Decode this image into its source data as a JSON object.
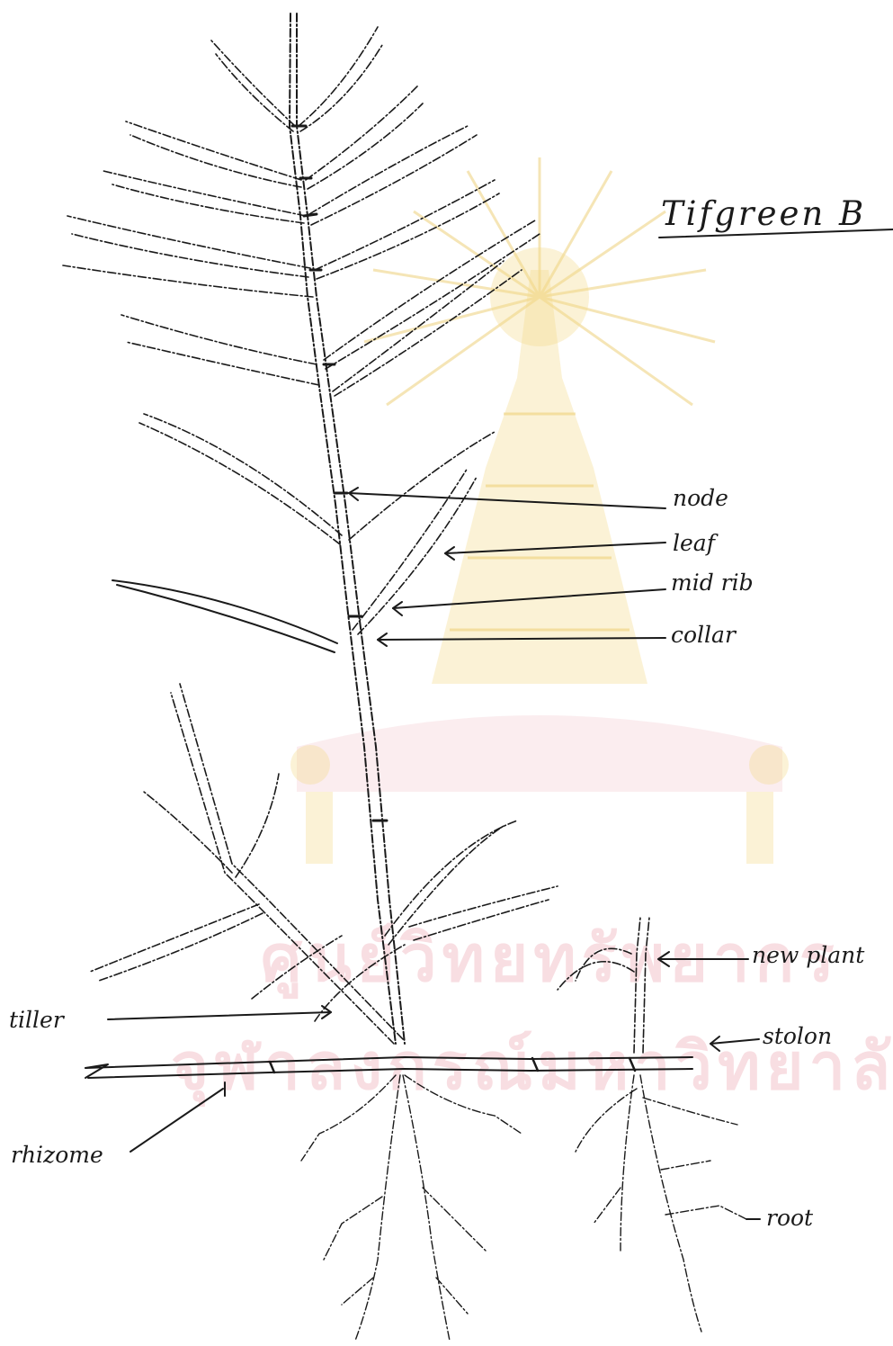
{
  "title": "Tifgreen B",
  "labels": {
    "node": "node",
    "leaf": "leaf",
    "mid_rib": "mid rib",
    "collar": "collar",
    "new_plant": "new plant",
    "tiller": "tiller",
    "stolon": "stolon",
    "rhizome": "rhizome",
    "root": "root"
  },
  "watermark": {
    "line1": "ศูนย์วิทยทรัพยากร",
    "line2": "จุฬาลงกรณ์มหาวิทยาลัย"
  }
}
